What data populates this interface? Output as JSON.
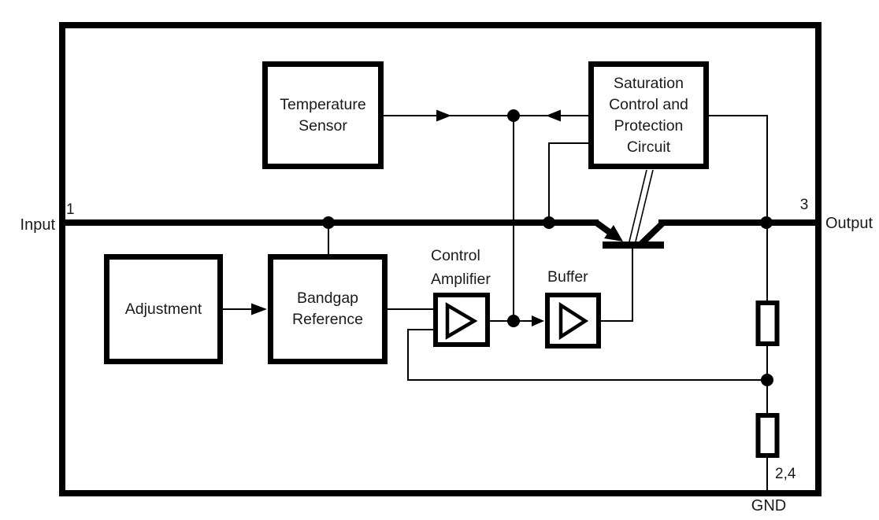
{
  "colors": {
    "ink": "#000000",
    "text": "#1a1a1a",
    "background": "#ffffff"
  },
  "pins": {
    "input_label": "Input",
    "input_number": "1",
    "output_label": "Output",
    "output_number": "3",
    "ground_label": "GND",
    "ground_numbers": "2,4"
  },
  "blocks": {
    "temperature_sensor": {
      "line1": "Temperature",
      "line2": "Sensor"
    },
    "saturation_control": {
      "line1": "Saturation",
      "line2": "Control and",
      "line3": "Protection",
      "line4": "Circuit"
    },
    "adjustment": {
      "line1": "Adjustment"
    },
    "bandgap_reference": {
      "line1": "Bandgap",
      "line2": "Reference"
    },
    "control_amplifier": {
      "line1": "Control",
      "line2": "Amplifier"
    },
    "buffer": {
      "line1": "Buffer"
    }
  },
  "icons": {
    "amplifier_triangle": "right-pointing open triangle",
    "pnp_pass_transistor": "bold emitter arrow into base bar with collector diagonal",
    "resistor": "open rectangle on vertical wire",
    "junction_dot": "filled circle",
    "signal_arrow": "solid right/left triangle"
  }
}
